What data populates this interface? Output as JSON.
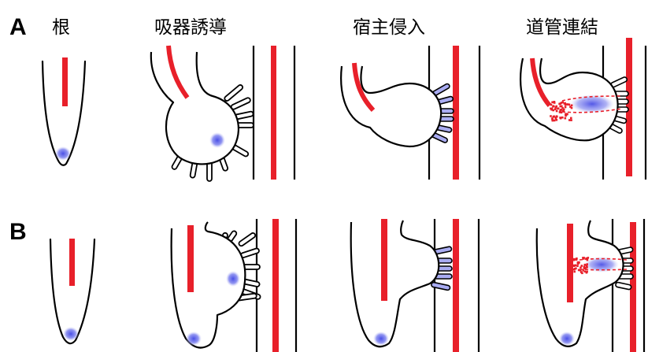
{
  "rows": [
    {
      "letter": "A",
      "stages": [
        "根",
        "吸器誘導",
        "宿主侵入",
        "道管連結"
      ]
    },
    {
      "letter": "B"
    }
  ],
  "colors": {
    "vascular": "#e8202a",
    "meristem": "#5b5fe8",
    "outline": "#000000"
  }
}
